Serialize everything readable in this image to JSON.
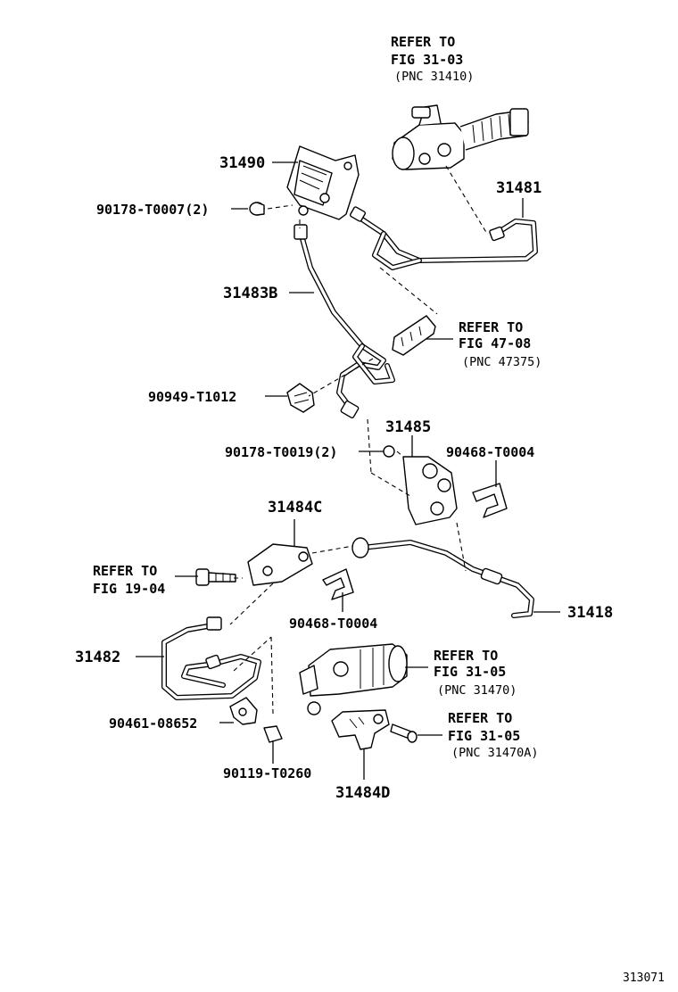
{
  "diagram": {
    "figure_number": "313071",
    "callouts": {
      "p31490": "31490",
      "p31481": "31481",
      "p31483B": "31483B",
      "p31485": "31485",
      "p31484C": "31484C",
      "p31418": "31418",
      "p31482": "31482",
      "p31484D": "31484D",
      "p90178_T0007": "90178-T0007(2)",
      "p90949_T1012": "90949-T1012",
      "p90178_T0019": "90178-T0019(2)",
      "p90468_T0004_upper": "90468-T0004",
      "p90468_T0004_lower": "90468-T0004",
      "p90461_08652": "90461-08652",
      "p90119_T0260": "90119-T0260"
    },
    "references": [
      {
        "line1": "REFER TO",
        "line2": "FIG 31-03",
        "line3": "(PNC 31410)"
      },
      {
        "line1": "REFER TO",
        "line2": "FIG 47-08",
        "line3": "(PNC 47375)"
      },
      {
        "line1": "REFER TO",
        "line2": "FIG 19-04",
        "line3": ""
      },
      {
        "line1": "REFER TO",
        "line2": "FIG 31-05",
        "line3": "(PNC 31470)"
      },
      {
        "line1": "REFER TO",
        "line2": "FIG 31-05",
        "line3": "(PNC 31470A)"
      }
    ]
  }
}
